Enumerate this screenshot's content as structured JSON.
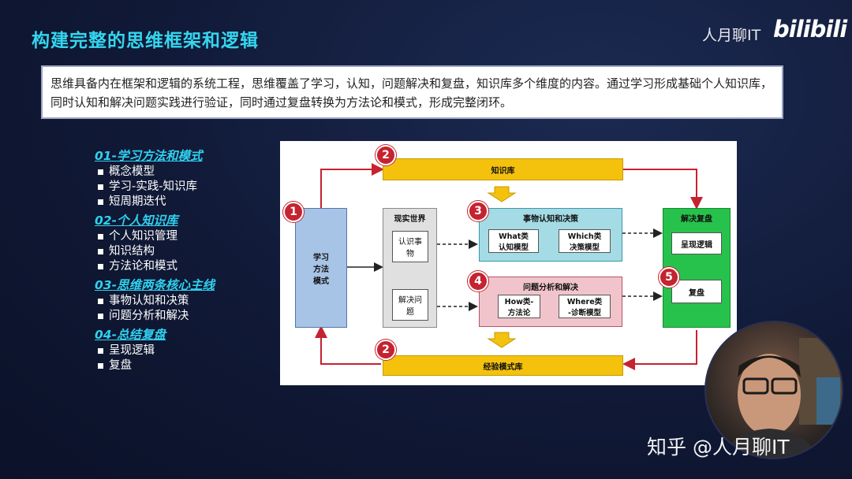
{
  "title": "构建完整的思维框架和逻辑",
  "watermark_top": "人月聊IT",
  "platform_logo": "bilibili",
  "summary": "思维具备内在框架和逻辑的系统工程，思维覆盖了学习，认知，问题解决和复盘，知识库多个维度的内容。通过学习形成基础个人知识库，同时认知和解决问题实践进行验证，同时通过复盘转换为方法论和模式，形成完整闭环。",
  "outline": [
    {
      "title": "01-学习方法和模式",
      "items": [
        "概念模型",
        "学习-实践-知识库",
        "短周期迭代"
      ]
    },
    {
      "title": "02-个人知识库",
      "items": [
        "个人知识管理",
        "知识结构",
        "方法论和模式"
      ]
    },
    {
      "title": "03-思维两条核心主线",
      "items": [
        "事物认知和决策",
        "问题分析和解决"
      ]
    },
    {
      "title": "04-总结复盘",
      "items": [
        "呈现逻辑",
        "复盘"
      ]
    }
  ],
  "diagram": {
    "knowledge_base": "知识库",
    "experience_base": "经验模式库",
    "learning": "学习\n方法\n模式",
    "real_world": "现实世界",
    "know_things": "认识事\n物",
    "solve_problems": "解决问\n题",
    "cognition_title": "事物认知和决策",
    "what_model": "What类\n认知模型",
    "which_model": "Which类\n决策模型",
    "problem_title": "问题分析和解决",
    "how_model": "How类-\n方法论",
    "where_model": "Where类\n-诊断模型",
    "review_title": "解决复盘",
    "present_logic": "呈现逻辑",
    "review": "复盘",
    "badges": [
      "1",
      "2",
      "2",
      "3",
      "4",
      "5"
    ]
  },
  "watermark_bottom": "知乎 @人月聊IT"
}
